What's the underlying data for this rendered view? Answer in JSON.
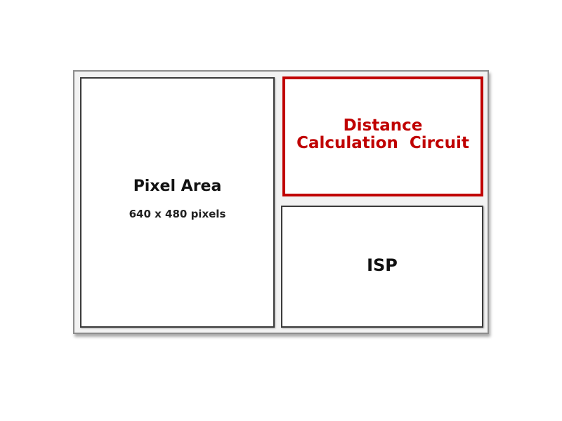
{
  "diagram": {
    "pixel_area": {
      "title": "Pixel Area",
      "subtitle": "640 x 480 pixels"
    },
    "distance_circuit": {
      "line1": "Distance",
      "line2": "Calculation  Circuit",
      "color": "#c00000"
    },
    "isp": {
      "title": "ISP"
    }
  }
}
